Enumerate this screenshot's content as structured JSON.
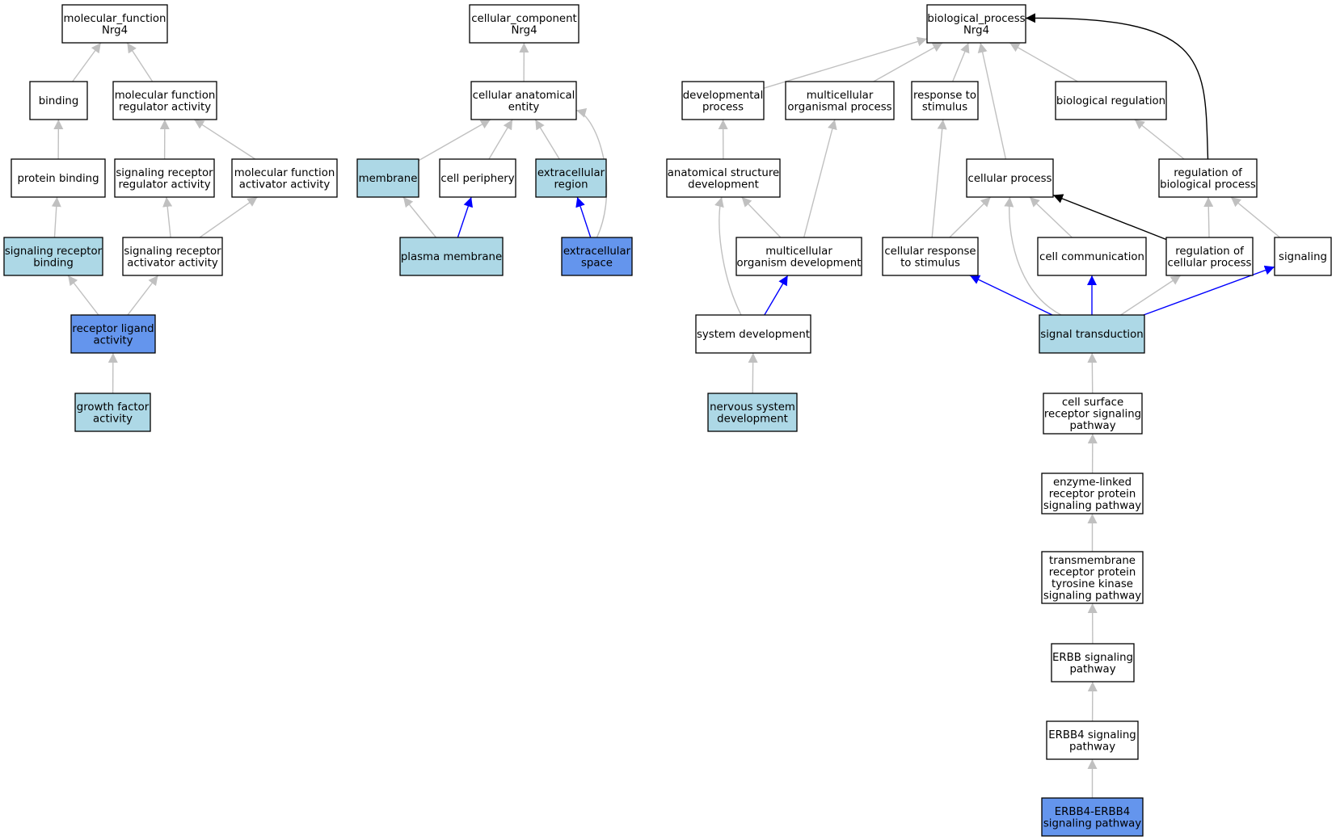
{
  "colors": {
    "node_default": "#ffffff",
    "node_light": "#add8e6",
    "node_dark": "#6495ed",
    "edge_grey": "#c0c0c0",
    "edge_black": "#000000",
    "edge_blue": "#0000ff"
  },
  "nodes": [
    {
      "id": "mf",
      "lines": [
        "molecular_function",
        "Nrg4"
      ],
      "fill": "white"
    },
    {
      "id": "binding",
      "lines": [
        "binding"
      ],
      "fill": "white"
    },
    {
      "id": "mfra",
      "lines": [
        "molecular function",
        "regulator activity"
      ],
      "fill": "white"
    },
    {
      "id": "pb",
      "lines": [
        "protein binding"
      ],
      "fill": "white"
    },
    {
      "id": "srra",
      "lines": [
        "signaling receptor",
        "regulator activity"
      ],
      "fill": "white"
    },
    {
      "id": "mfaa",
      "lines": [
        "molecular function",
        "activator activity"
      ],
      "fill": "white"
    },
    {
      "id": "srb",
      "lines": [
        "signaling receptor",
        "binding"
      ],
      "fill": "light"
    },
    {
      "id": "sraa",
      "lines": [
        "signaling receptor",
        "activator activity"
      ],
      "fill": "white"
    },
    {
      "id": "rla",
      "lines": [
        "receptor ligand",
        "activity"
      ],
      "fill": "dark"
    },
    {
      "id": "gfa",
      "lines": [
        "growth factor",
        "activity"
      ],
      "fill": "light"
    },
    {
      "id": "cc",
      "lines": [
        "cellular_component",
        "Nrg4"
      ],
      "fill": "white"
    },
    {
      "id": "cae",
      "lines": [
        "cellular anatomical",
        "entity"
      ],
      "fill": "white"
    },
    {
      "id": "mem",
      "lines": [
        "membrane"
      ],
      "fill": "light"
    },
    {
      "id": "cper",
      "lines": [
        "cell periphery"
      ],
      "fill": "white"
    },
    {
      "id": "exr",
      "lines": [
        "extracellular",
        "region"
      ],
      "fill": "light"
    },
    {
      "id": "pm",
      "lines": [
        "plasma membrane"
      ],
      "fill": "light"
    },
    {
      "id": "exs",
      "lines": [
        "extracellular",
        "space"
      ],
      "fill": "dark"
    },
    {
      "id": "bp",
      "lines": [
        "biological_process",
        "Nrg4"
      ],
      "fill": "white"
    },
    {
      "id": "dp",
      "lines": [
        "developmental",
        "process"
      ],
      "fill": "white"
    },
    {
      "id": "mop",
      "lines": [
        "multicellular",
        "organismal process"
      ],
      "fill": "white"
    },
    {
      "id": "rts",
      "lines": [
        "response to",
        "stimulus"
      ],
      "fill": "white"
    },
    {
      "id": "br",
      "lines": [
        "biological regulation"
      ],
      "fill": "white"
    },
    {
      "id": "asd",
      "lines": [
        "anatomical structure",
        "development"
      ],
      "fill": "white"
    },
    {
      "id": "cp",
      "lines": [
        "cellular process"
      ],
      "fill": "white"
    },
    {
      "id": "rbp",
      "lines": [
        "regulation of",
        "biological process"
      ],
      "fill": "white"
    },
    {
      "id": "mod",
      "lines": [
        "multicellular",
        "organism development"
      ],
      "fill": "white"
    },
    {
      "id": "crs",
      "lines": [
        "cellular response",
        "to stimulus"
      ],
      "fill": "white"
    },
    {
      "id": "ccom",
      "lines": [
        "cell communication"
      ],
      "fill": "white"
    },
    {
      "id": "rcp",
      "lines": [
        "regulation of",
        "cellular process"
      ],
      "fill": "white"
    },
    {
      "id": "sig",
      "lines": [
        "signaling"
      ],
      "fill": "white"
    },
    {
      "id": "sd",
      "lines": [
        "system development"
      ],
      "fill": "white"
    },
    {
      "id": "st",
      "lines": [
        "signal transduction"
      ],
      "fill": "light"
    },
    {
      "id": "nsd",
      "lines": [
        "nervous system",
        "development"
      ],
      "fill": "light"
    },
    {
      "id": "csrsp",
      "lines": [
        "cell surface",
        "receptor signaling",
        "pathway"
      ],
      "fill": "white"
    },
    {
      "id": "elrp",
      "lines": [
        "enzyme-linked",
        "receptor protein",
        "signaling pathway"
      ],
      "fill": "white"
    },
    {
      "id": "trptk",
      "lines": [
        "transmembrane",
        "receptor protein",
        "tyrosine kinase",
        "signaling pathway"
      ],
      "fill": "white"
    },
    {
      "id": "erbb",
      "lines": [
        "ERBB signaling",
        "pathway"
      ],
      "fill": "white"
    },
    {
      "id": "erbb4",
      "lines": [
        "ERBB4 signaling",
        "pathway"
      ],
      "fill": "white"
    },
    {
      "id": "erbb44",
      "lines": [
        "ERBB4-ERBB4",
        "signaling pathway"
      ],
      "fill": "dark"
    }
  ],
  "edges": [
    {
      "from": "binding",
      "to": "mf",
      "color": "grey"
    },
    {
      "from": "mfra",
      "to": "mf",
      "color": "grey"
    },
    {
      "from": "pb",
      "to": "binding",
      "color": "grey"
    },
    {
      "from": "srra",
      "to": "mfra",
      "color": "grey"
    },
    {
      "from": "mfaa",
      "to": "mfra",
      "color": "grey"
    },
    {
      "from": "srb",
      "to": "pb",
      "color": "grey"
    },
    {
      "from": "sraa",
      "to": "srra",
      "color": "grey"
    },
    {
      "from": "sraa",
      "to": "mfaa",
      "color": "grey"
    },
    {
      "from": "rla",
      "to": "srb",
      "color": "grey"
    },
    {
      "from": "rla",
      "to": "sraa",
      "color": "grey"
    },
    {
      "from": "gfa",
      "to": "rla",
      "color": "grey"
    },
    {
      "from": "cae",
      "to": "cc",
      "color": "grey"
    },
    {
      "from": "mem",
      "to": "cae",
      "color": "grey"
    },
    {
      "from": "cper",
      "to": "cae",
      "color": "grey"
    },
    {
      "from": "exr",
      "to": "cae",
      "color": "grey"
    },
    {
      "from": "exs",
      "to": "cae",
      "color": "grey"
    },
    {
      "from": "pm",
      "to": "mem",
      "color": "grey"
    },
    {
      "from": "pm",
      "to": "cper",
      "color": "blue"
    },
    {
      "from": "exs",
      "to": "exr",
      "color": "blue"
    },
    {
      "from": "dp",
      "to": "bp",
      "color": "grey"
    },
    {
      "from": "mop",
      "to": "bp",
      "color": "grey"
    },
    {
      "from": "rts",
      "to": "bp",
      "color": "grey"
    },
    {
      "from": "cp",
      "to": "bp",
      "color": "grey"
    },
    {
      "from": "br",
      "to": "bp",
      "color": "grey"
    },
    {
      "from": "rbp",
      "to": "bp",
      "color": "black"
    },
    {
      "from": "asd",
      "to": "dp",
      "color": "grey"
    },
    {
      "from": "mod",
      "to": "asd",
      "color": "grey"
    },
    {
      "from": "sd",
      "to": "asd",
      "color": "grey"
    },
    {
      "from": "mod",
      "to": "mop",
      "color": "grey"
    },
    {
      "from": "sd",
      "to": "mod",
      "color": "blue"
    },
    {
      "from": "nsd",
      "to": "sd",
      "color": "grey"
    },
    {
      "from": "crs",
      "to": "rts",
      "color": "grey"
    },
    {
      "from": "crs",
      "to": "cp",
      "color": "grey"
    },
    {
      "from": "ccom",
      "to": "cp",
      "color": "grey"
    },
    {
      "from": "st",
      "to": "cp",
      "color": "grey"
    },
    {
      "from": "rcp",
      "to": "cp",
      "color": "black"
    },
    {
      "from": "rbp",
      "to": "br",
      "color": "grey"
    },
    {
      "from": "rcp",
      "to": "rbp",
      "color": "grey"
    },
    {
      "from": "sig",
      "to": "rbp",
      "color": "grey"
    },
    {
      "from": "st",
      "to": "crs",
      "color": "blue"
    },
    {
      "from": "st",
      "to": "ccom",
      "color": "blue"
    },
    {
      "from": "st",
      "to": "rcp",
      "color": "grey"
    },
    {
      "from": "st",
      "to": "sig",
      "color": "blue"
    },
    {
      "from": "csrsp",
      "to": "st",
      "color": "grey"
    },
    {
      "from": "elrp",
      "to": "csrsp",
      "color": "grey"
    },
    {
      "from": "trptk",
      "to": "elrp",
      "color": "grey"
    },
    {
      "from": "erbb",
      "to": "trptk",
      "color": "grey"
    },
    {
      "from": "erbb4",
      "to": "erbb",
      "color": "grey"
    },
    {
      "from": "erbb44",
      "to": "erbb4",
      "color": "grey"
    }
  ]
}
